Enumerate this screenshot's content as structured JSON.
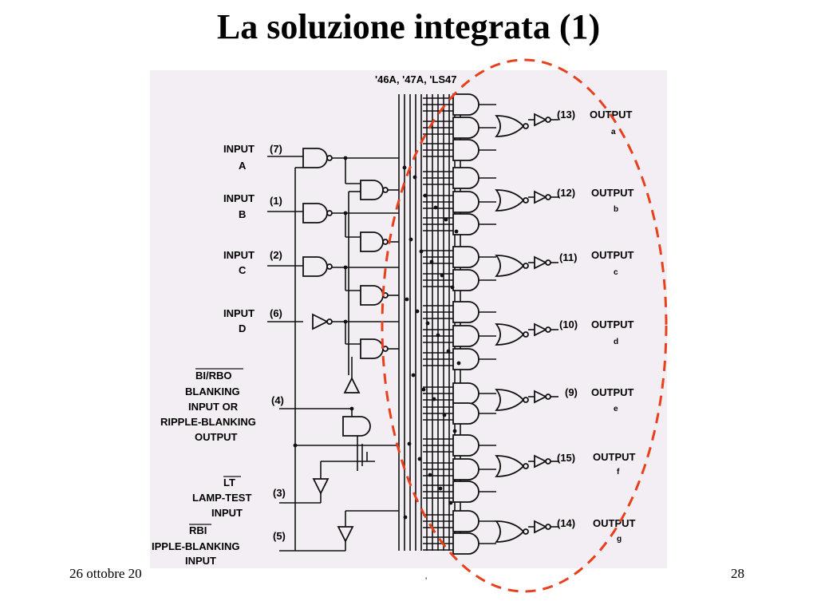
{
  "slide": {
    "title": "La soluzione integrata (1)",
    "footer_date": "26 ottobre 20",
    "footer_mid": "'",
    "page_number": "28"
  },
  "diagram": {
    "header": "'46A, '47A, 'LS47",
    "inputs": [
      {
        "line1": "INPUT",
        "line2": "A",
        "pin": "(7)"
      },
      {
        "line1": "INPUT",
        "line2": "B",
        "pin": "(1)"
      },
      {
        "line1": "INPUT",
        "line2": "C",
        "pin": "(2)"
      },
      {
        "line1": "INPUT",
        "line2": "D",
        "pin": "(6)"
      }
    ],
    "blanking": {
      "line1": "BI/RBO",
      "line2": "BLANKING",
      "line3": "INPUT OR",
      "line4": "RIPPLE-BLANKING",
      "line5": "OUTPUT",
      "pin": "(4)"
    },
    "lamp_test": {
      "line1": "LT",
      "line2": "LAMP-TEST",
      "line3": "INPUT",
      "pin": "(3)"
    },
    "ripple_blanking": {
      "line1": "RBI",
      "line2": "IPPLE-BLANKING",
      "line3": "INPUT",
      "pin": "(5)"
    },
    "outputs": [
      {
        "pin": "(13)",
        "label": "OUTPUT",
        "segment": "a"
      },
      {
        "pin": "(12)",
        "label": "OUTPUT",
        "segment": "b"
      },
      {
        "pin": "(11)",
        "label": "OUTPUT",
        "segment": "c"
      },
      {
        "pin": "(10)",
        "label": "OUTPUT",
        "segment": "d"
      },
      {
        "pin": "(9)",
        "label": "OUTPUT",
        "segment": "e"
      },
      {
        "pin": "(15)",
        "label": "OUTPUT",
        "segment": "f"
      },
      {
        "pin": "(14)",
        "label": "OUTPUT",
        "segment": "g"
      }
    ],
    "highlight_color": "#e8401c"
  }
}
